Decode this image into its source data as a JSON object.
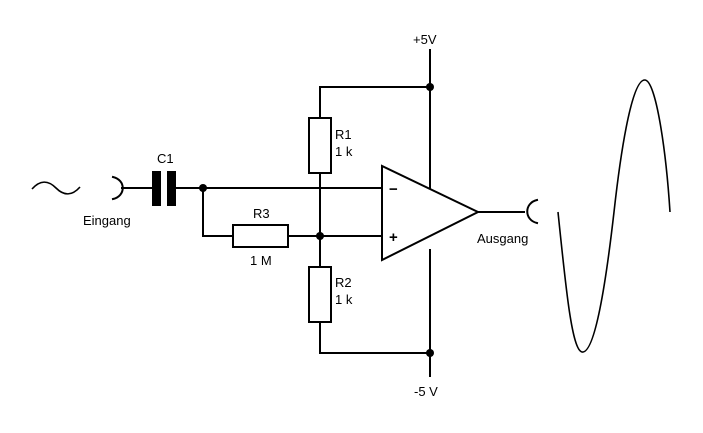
{
  "supply": {
    "positive": "+5V",
    "negative": "-5 V"
  },
  "input_label": "Eingang",
  "output_label": "Ausgang",
  "components": {
    "c1": {
      "name": "C1"
    },
    "r1": {
      "name": "R1",
      "value": "1 k"
    },
    "r2": {
      "name": "R2",
      "value": "1 k"
    },
    "r3": {
      "name": "R3",
      "value": "1 M"
    }
  },
  "opamp": {
    "inverting_sign": "−",
    "noninverting_sign": "+"
  }
}
